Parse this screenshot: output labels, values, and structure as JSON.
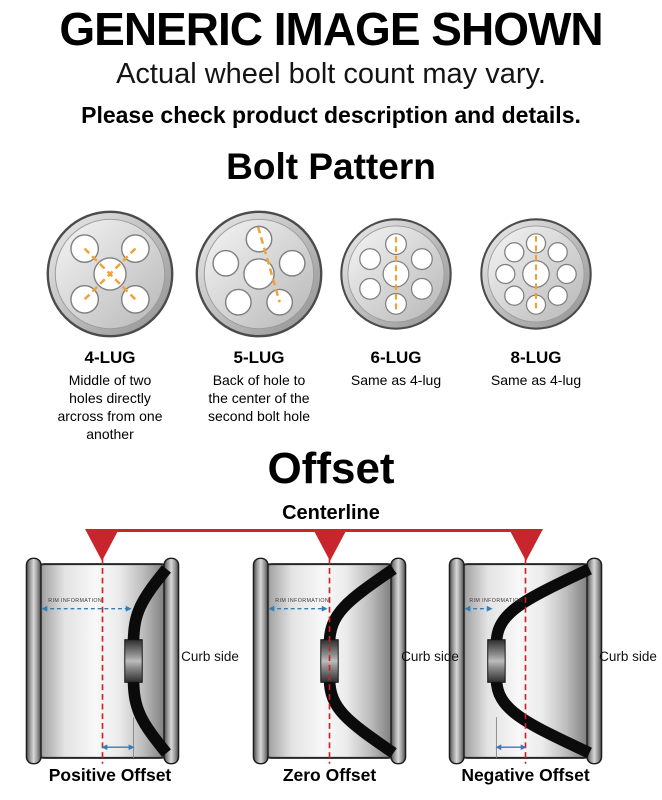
{
  "header": {
    "title": "GENERIC IMAGE SHOWN",
    "subtitle": "Actual wheel bolt count may vary.",
    "note": "Please check product description and details."
  },
  "bolt_pattern": {
    "heading": "Bolt Pattern",
    "items": [
      {
        "label": "4-LUG",
        "description": "Middle of two holes directly arcross from one another"
      },
      {
        "label": "5-LUG",
        "description": "Back of hole to the center of the second bolt hole"
      },
      {
        "label": "6-LUG",
        "description": "Same as 4-lug"
      },
      {
        "label": "8-LUG",
        "description": "Same as 4-lug"
      }
    ]
  },
  "offset": {
    "heading": "Offset",
    "centerline_label": "Centerline",
    "curb_side": "Curb side",
    "rim_text": "RIM INFORMATION",
    "diagrams": [
      {
        "label": "Positive Offset"
      },
      {
        "label": "Zero Offset"
      },
      {
        "label": "Negative Offset"
      }
    ],
    "colors": {
      "centerline_red": "#c9252c",
      "measure_blue": "#2f7fb5",
      "bolt_guide_orange": "#f0a234"
    }
  }
}
